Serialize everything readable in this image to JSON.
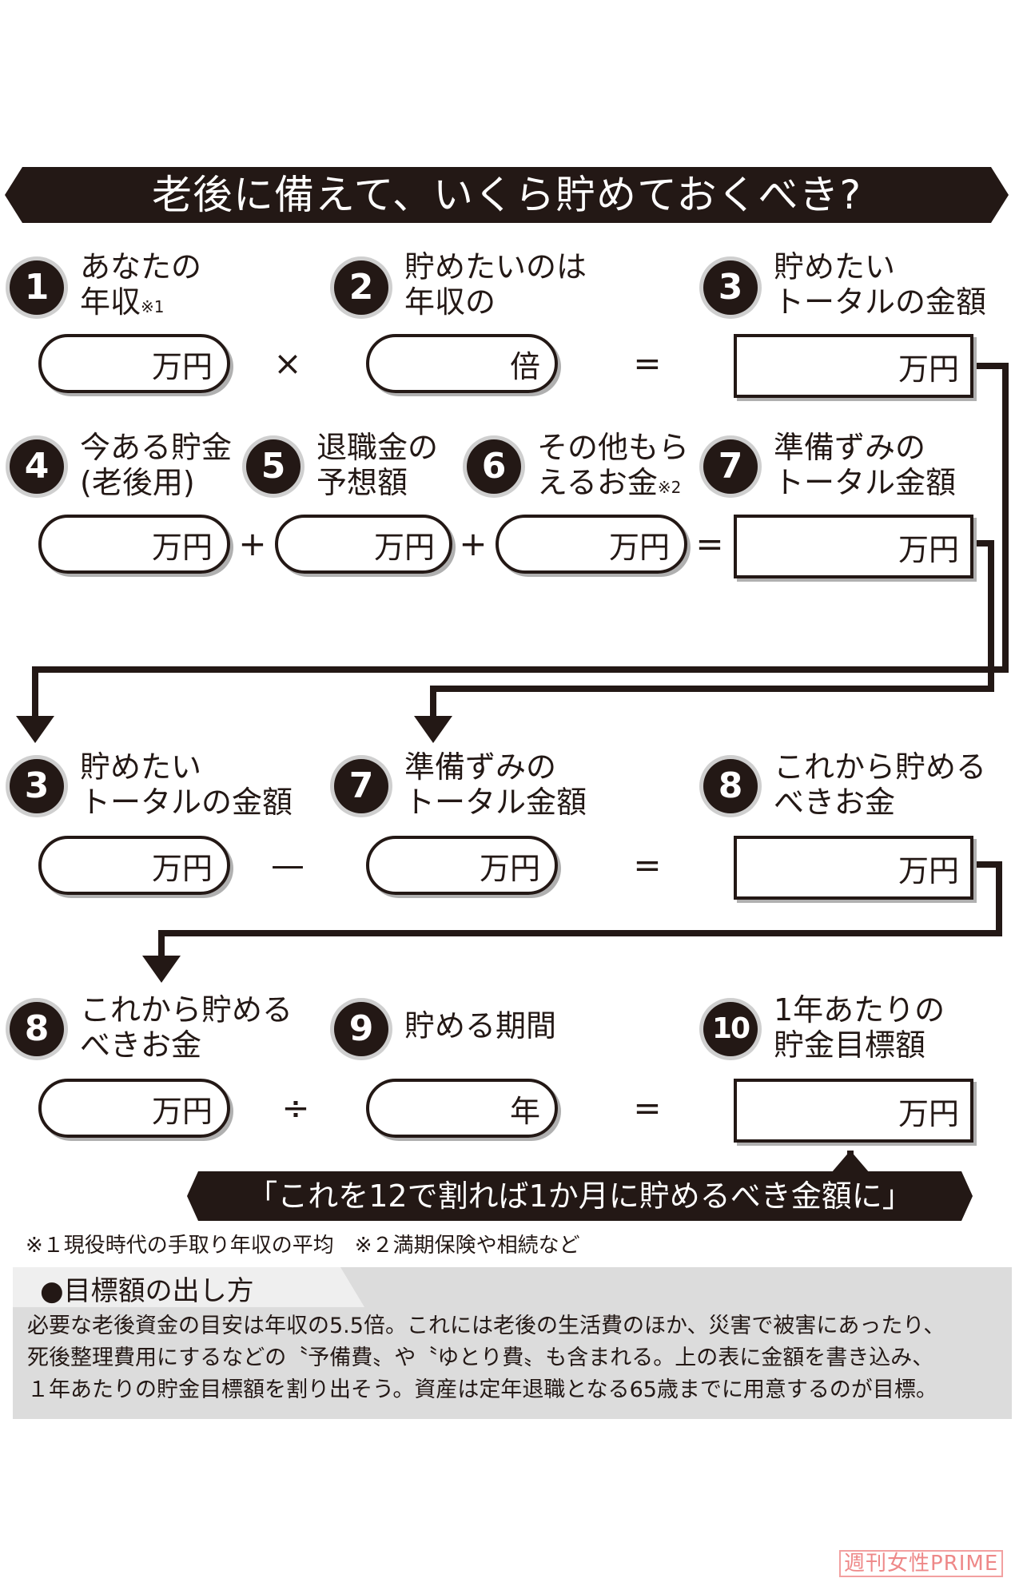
{
  "title": "老後に備えて、いくら貯めておくべき?",
  "rows": [
    {
      "items": [
        {
          "num": "1",
          "label1": "あなたの",
          "label2": "年収",
          "note": "※1",
          "unit": "万円",
          "box": "pill"
        },
        {
          "op": "×"
        },
        {
          "num": "2",
          "label1": "貯めたいのは",
          "label2": "年収の",
          "note": "",
          "unit": "倍",
          "box": "pill"
        },
        {
          "op": "="
        },
        {
          "num": "3",
          "label1": "貯めたい",
          "label2": "トータルの金額",
          "note": "",
          "unit": "万円",
          "box": "rect"
        }
      ]
    },
    {
      "items": [
        {
          "num": "4",
          "label1": "今ある貯金",
          "label2": "(老後用)",
          "note": "",
          "unit": "万円",
          "box": "pill"
        },
        {
          "op": "+"
        },
        {
          "num": "5",
          "label1": "退職金の",
          "label2": "予想額",
          "note": "",
          "unit": "万円",
          "box": "pill"
        },
        {
          "op": "+"
        },
        {
          "num": "6",
          "label1": "その他もら",
          "label2": "えるお金",
          "note": "※2",
          "unit": "万円",
          "box": "pill"
        },
        {
          "op": "="
        },
        {
          "num": "7",
          "label1": "準備ずみの",
          "label2": "トータル金額",
          "note": "",
          "unit": "万円",
          "box": "rect"
        }
      ]
    },
    {
      "items": [
        {
          "num": "3",
          "label1": "貯めたい",
          "label2": "トータルの金額",
          "note": "",
          "unit": "万円",
          "box": "pill"
        },
        {
          "op": "—"
        },
        {
          "num": "7",
          "label1": "準備ずみの",
          "label2": "トータル金額",
          "note": "",
          "unit": "万円",
          "box": "pill"
        },
        {
          "op": "="
        },
        {
          "num": "8",
          "label1": "これから貯める",
          "label2": "べきお金",
          "note": "",
          "unit": "万円",
          "box": "rect"
        }
      ]
    },
    {
      "items": [
        {
          "num": "8",
          "label1": "これから貯める",
          "label2": "べきお金",
          "note": "",
          "unit": "万円",
          "box": "pill"
        },
        {
          "op": "÷"
        },
        {
          "num": "9",
          "label1": "貯める期間",
          "label2": "",
          "note": "",
          "unit": "年",
          "box": "pill"
        },
        {
          "op": "="
        },
        {
          "num": "10",
          "label1": "1年あたりの",
          "label2": "貯金目標額",
          "note": "",
          "unit": "万円",
          "box": "rect"
        }
      ]
    }
  ],
  "banner": "「これを12で割れば1か月に貯めるべき金額に」",
  "footnote": "※１現役時代の手取り年収の平均　※２満期保険や相続など",
  "info": {
    "title": "●目標額の出し方",
    "lines": [
      "必要な老後資金の目安は年収の5.5倍。これには老後の生活費のほか、災害で被害にあったり、",
      "死後整理費用にするなどの〝予備費〟や〝ゆとり費〟も含まれる。上の表に金額を書き込み、",
      "１年あたりの貯金目標額を割り出そう。資産は定年退職となる65歳までに用意するのが目標。"
    ]
  },
  "logo": "週刊女性PRIME"
}
